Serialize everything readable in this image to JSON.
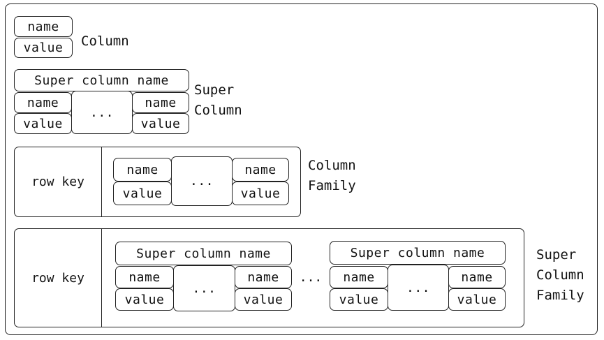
{
  "column": {
    "name": "name",
    "value": "value",
    "caption": "Column"
  },
  "super_column": {
    "title": "Super column name",
    "left_name": "name",
    "left_value": "value",
    "ellipsis": "...",
    "right_name": "name",
    "right_value": "value",
    "caption_line1": "Super",
    "caption_line2": "Column"
  },
  "column_family": {
    "row_key": "row key",
    "left_name": "name",
    "left_value": "value",
    "ellipsis": "...",
    "right_name": "name",
    "right_value": "value",
    "caption_line1": "Column",
    "caption_line2": "Family"
  },
  "super_column_family": {
    "row_key": "row key",
    "between_ellipsis": "...",
    "super_columns": [
      {
        "title": "Super column name",
        "left_name": "name",
        "left_value": "value",
        "ellipsis": "...",
        "right_name": "name",
        "right_value": "value"
      },
      {
        "title": "Super column name",
        "left_name": "name",
        "left_value": "value",
        "ellipsis": "...",
        "right_name": "name",
        "right_value": "value"
      }
    ],
    "caption_line1": "Super",
    "caption_line2": "Column",
    "caption_line3": "Family"
  }
}
